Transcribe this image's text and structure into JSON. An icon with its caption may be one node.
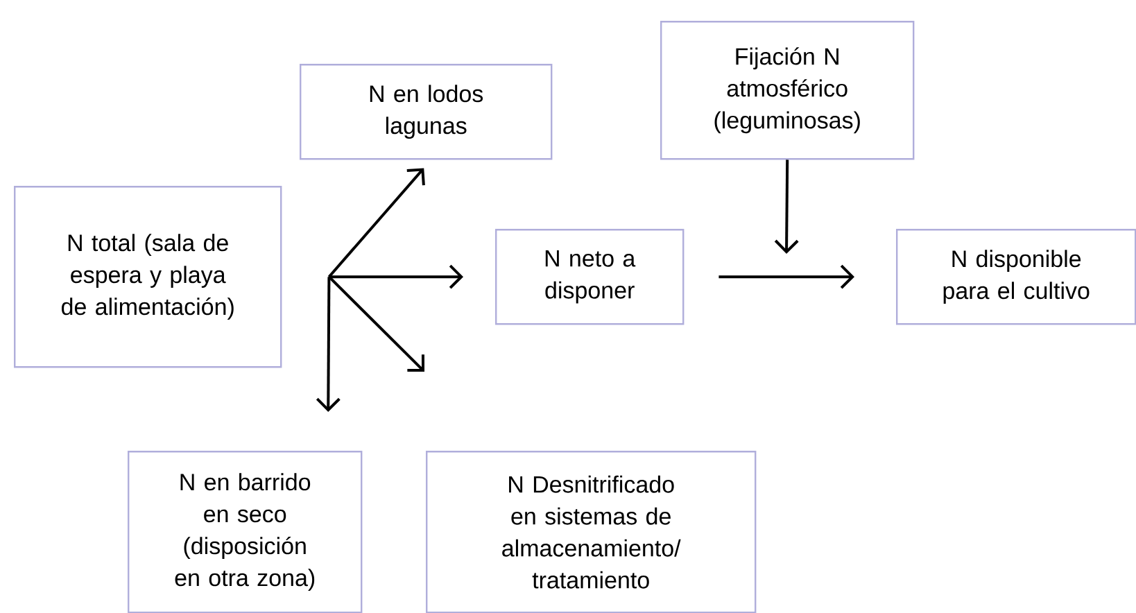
{
  "diagram": {
    "nodes": [
      {
        "text": [
          "N total (sala de espera y playa de alimentación)"
        ]
      },
      {
        "text": [
          "N en lodos lagunas"
        ]
      },
      {
        "text": [
          "Fijación N atmosférico (leguminosas)"
        ]
      },
      {
        "text": [
          "N neto a disponer"
        ]
      },
      {
        "text": [
          "N disponible para el cultivo"
        ]
      },
      {
        "text": [
          "N en barrido en seco (disposición en otra zona)"
        ]
      },
      {
        "text": [
          "N Desnitrificado en sistemas de almacenamiento/ tratamiento"
        ]
      }
    ],
    "edges": [
      {
        "from": 0,
        "to": 1,
        "arrow": "to"
      },
      {
        "from": 0,
        "to": 3,
        "arrow": "to"
      },
      {
        "from": 0,
        "to": 6,
        "arrow": "to"
      },
      {
        "from": 0,
        "to": 5,
        "arrow": "to"
      },
      {
        "from": 2,
        "to": null,
        "arrow": "to"
      },
      {
        "from": 3,
        "to": 4,
        "arrow": "to"
      }
    ]
  }
}
